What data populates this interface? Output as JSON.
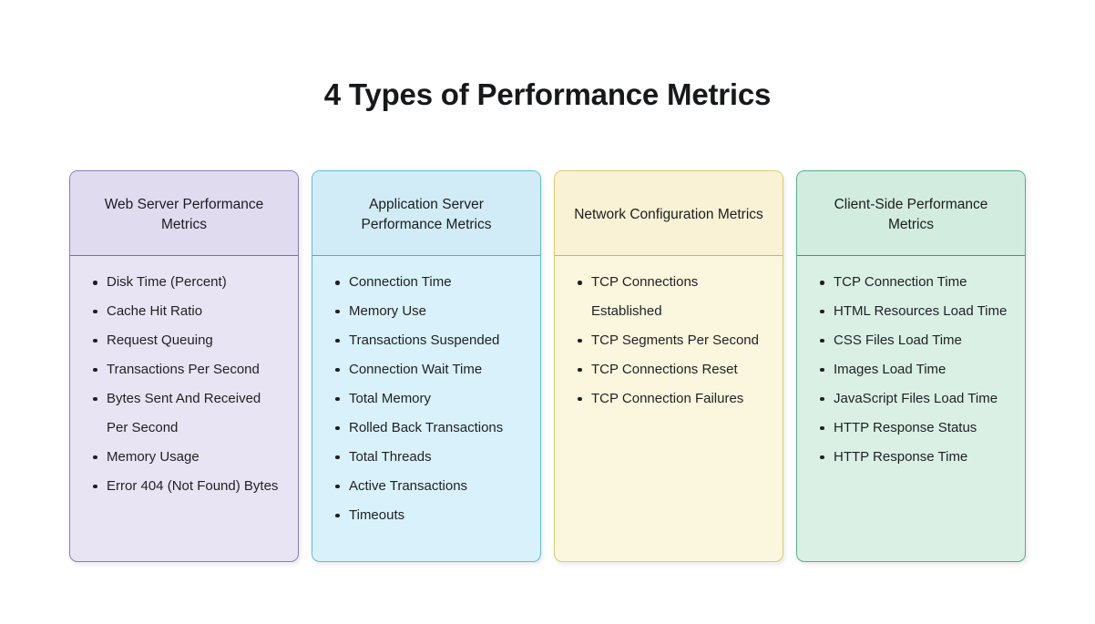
{
  "page": {
    "title": "4 Types of Performance Metrics",
    "background_color": "#ffffff",
    "text_color": "#1f2023"
  },
  "cards": [
    {
      "id": "web-server-performance-metrics",
      "header": "Web Server Performance Metrics",
      "accent_color": "#8a7cc1",
      "header_bg": "#e1dbf0",
      "body_bg": "#e9e4f4",
      "items": [
        "Disk Time (Percent)",
        "Cache Hit Ratio",
        "Request Queuing",
        "Transactions Per Second",
        "Bytes Sent And Received Per Second",
        "Memory Usage",
        "Error 404 (Not Found) Bytes"
      ]
    },
    {
      "id": "application-server-performance-metrics",
      "header": "Application Server Performance Metrics",
      "accent_color": "#5ebdd5",
      "header_bg": "#d1ecf7",
      "body_bg": "#d9f1fa",
      "items": [
        "Connection Time",
        "Memory Use",
        "Transactions Suspended",
        "Connection Wait Time",
        "Total Memory",
        "Rolled Back Transactions",
        "Total Threads",
        "Active Transactions",
        "Timeouts"
      ]
    },
    {
      "id": "network-configuration-metrics",
      "header": "Network Configuration Metrics",
      "accent_color": "#ddcb6d",
      "header_bg": "#f9f2d5",
      "body_bg": "#fbf6de",
      "items": [
        "TCP Connections Established",
        "TCP Segments Per Second",
        "TCP Connections Reset",
        "TCP Connection Failures"
      ]
    },
    {
      "id": "client-side-performance-metrics",
      "header": "Client-Side Performance Metrics",
      "accent_color": "#53b089",
      "header_bg": "#d2ecdf",
      "body_bg": "#daf0e5",
      "items": [
        "TCP Connection Time",
        "HTML Resources Load Time",
        "CSS Files Load Time",
        "Images Load Time",
        "JavaScript Files Load Time",
        "HTTP Response Status",
        "HTTP Response Time"
      ]
    }
  ]
}
